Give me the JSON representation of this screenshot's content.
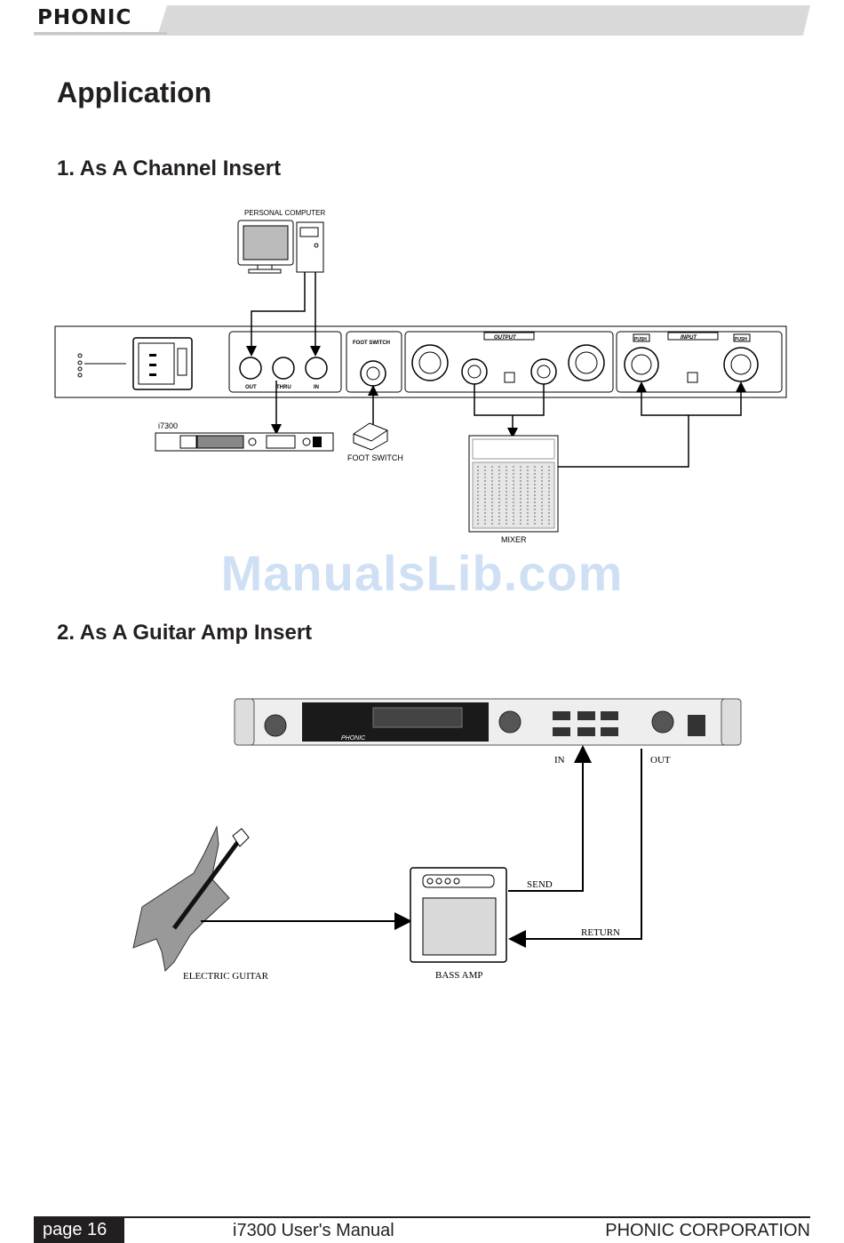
{
  "header": {
    "brand": "PHONIC"
  },
  "page_title": "Application",
  "sections": [
    {
      "title": "1. As A Channel Insert"
    },
    {
      "title": "2. As A Guitar Amp Insert"
    }
  ],
  "diagram1": {
    "personal_computer": "PERSONAL COMPUTER",
    "device": "i7300",
    "mixer": "MIXER",
    "foot_switch": "FOOT SWITCH",
    "panel_foot_switch": "FOOT SWITCH",
    "output": "OUTPUT",
    "input": "INPUT",
    "midi_out": "OUT",
    "midi_thru": "THRU",
    "midi_in": "IN",
    "push": "PUSH"
  },
  "diagram2": {
    "in": "IN",
    "out": "OUT",
    "send": "SEND",
    "return": "RETURN",
    "electric_guitar": "ELECTRIC GUITAR",
    "bass_amp": "BASS AMP",
    "front_brand": "PHONIC"
  },
  "watermark": "ManualsLib.com",
  "footer": {
    "page": "page 16",
    "manual": "i7300 User's Manual",
    "company": "PHONIC CORPORATION"
  }
}
